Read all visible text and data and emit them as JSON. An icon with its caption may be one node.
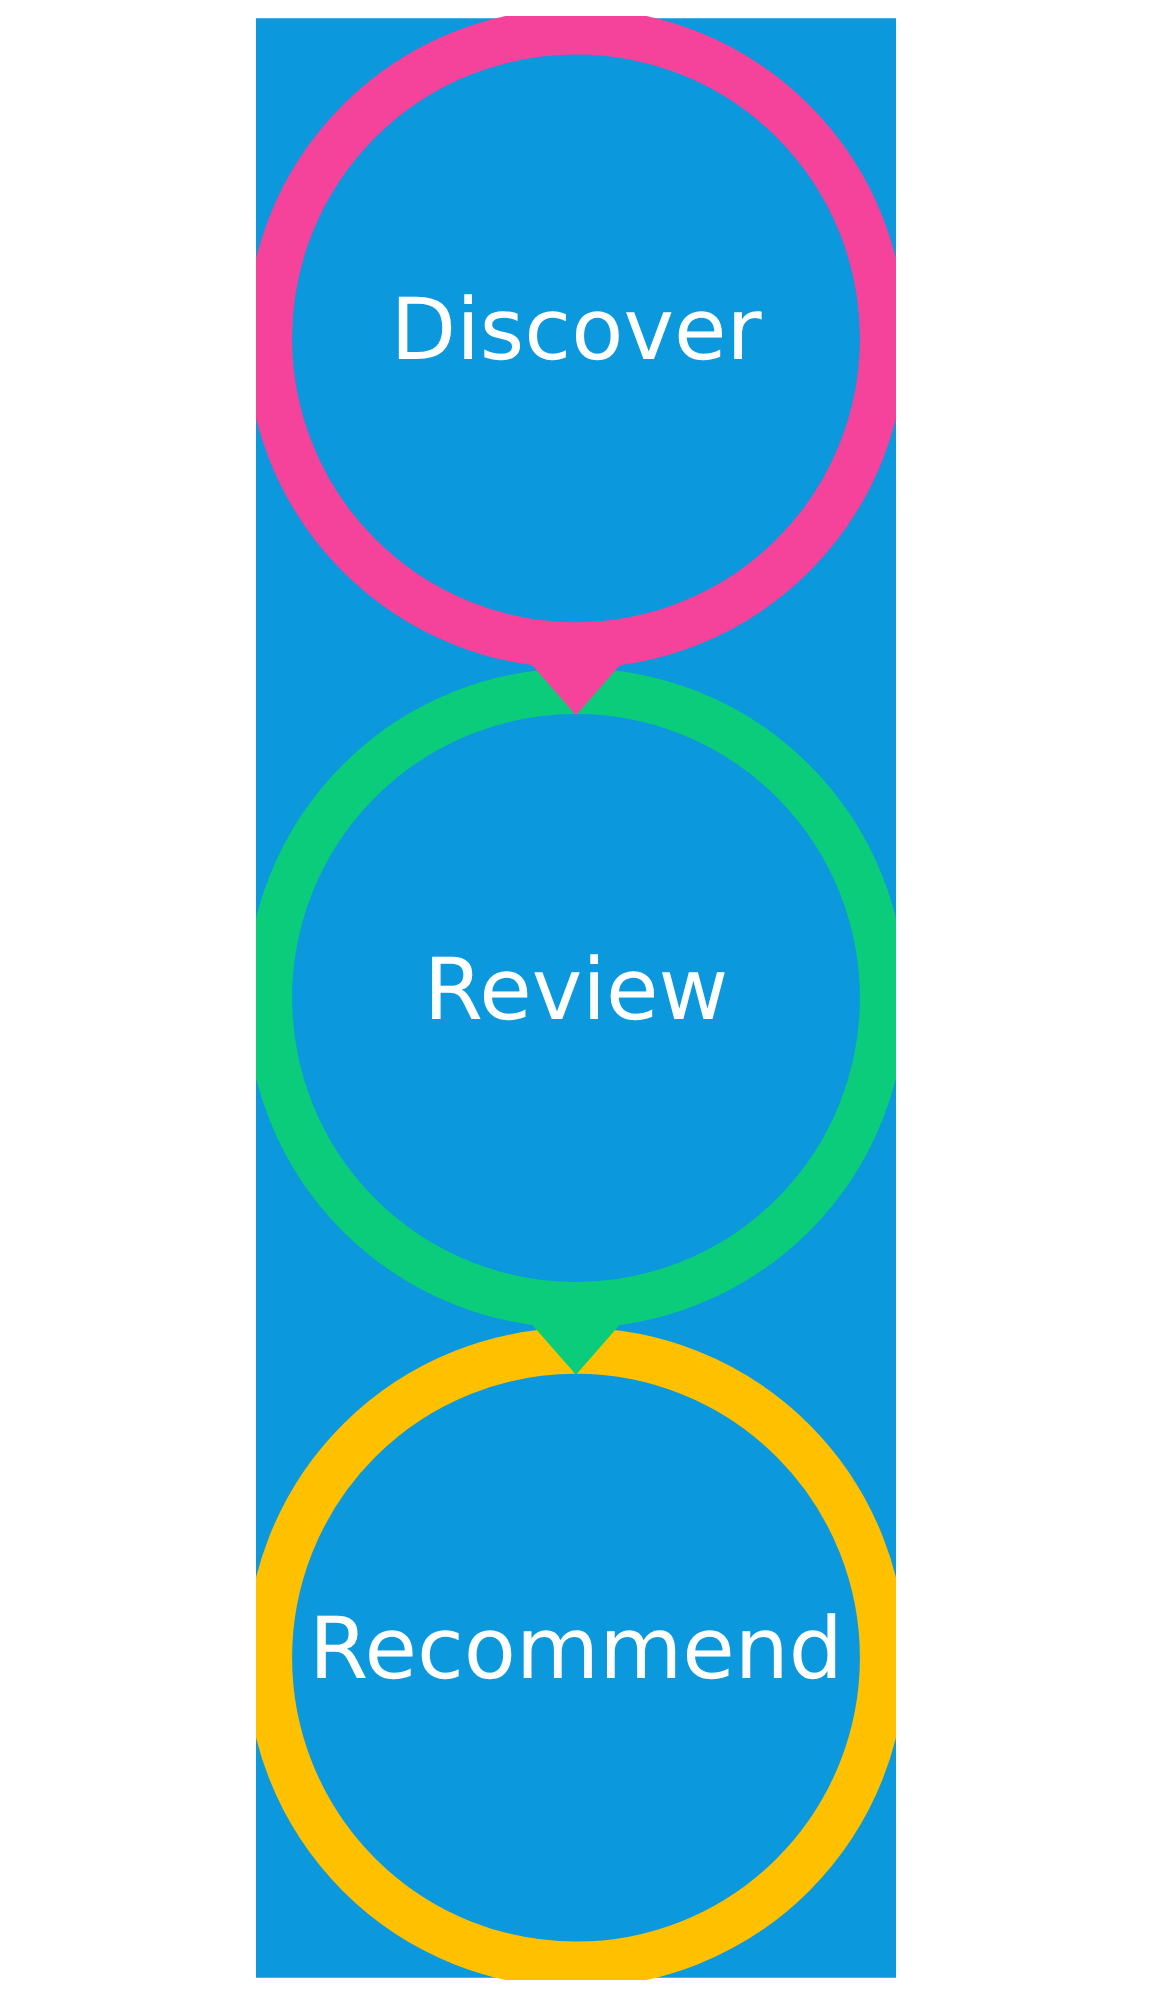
{
  "diagram": {
    "nodes": [
      {
        "text": [
          "Discover"
        ]
      },
      {
        "text": [
          "Review"
        ]
      },
      {
        "text": [
          "Recommend"
        ]
      }
    ],
    "edges": [
      {
        "from": 0,
        "to": 1,
        "arrow": "to",
        "style": "thick",
        "color": "#f5429a"
      },
      {
        "from": 1,
        "to": 2,
        "arrow": "to",
        "style": "thick",
        "color": "#0bcc7a"
      }
    ]
  }
}
